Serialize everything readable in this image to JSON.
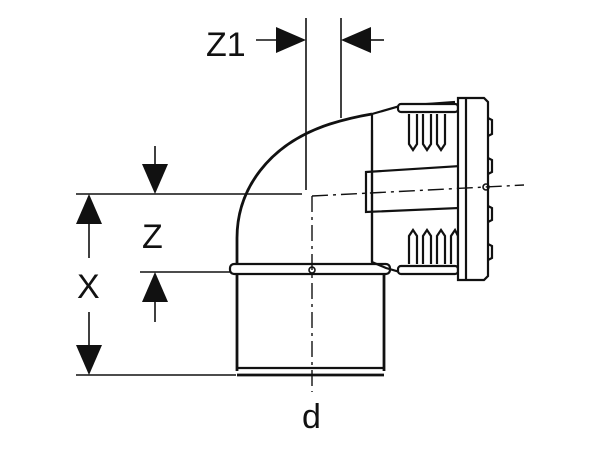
{
  "labels": {
    "z1": "Z1",
    "z": "Z",
    "x": "X",
    "d": "d"
  },
  "colors": {
    "ink": "#111111",
    "background": "#ffffff"
  }
}
